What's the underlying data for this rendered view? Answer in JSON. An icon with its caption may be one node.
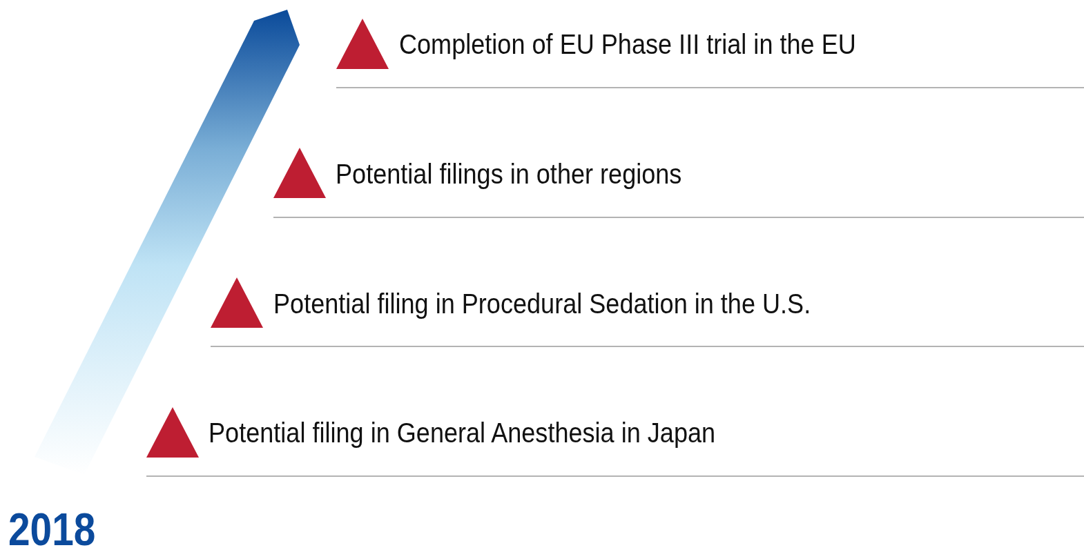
{
  "diagram": {
    "labels": [
      "Completion of EU Phase III trial in the EU",
      "Potential filings in other regions",
      "Potential filing in Procedural Sedation in the U.S.",
      "Potential filing in General Anesthesia in Japan",
      "2018"
    ]
  }
}
